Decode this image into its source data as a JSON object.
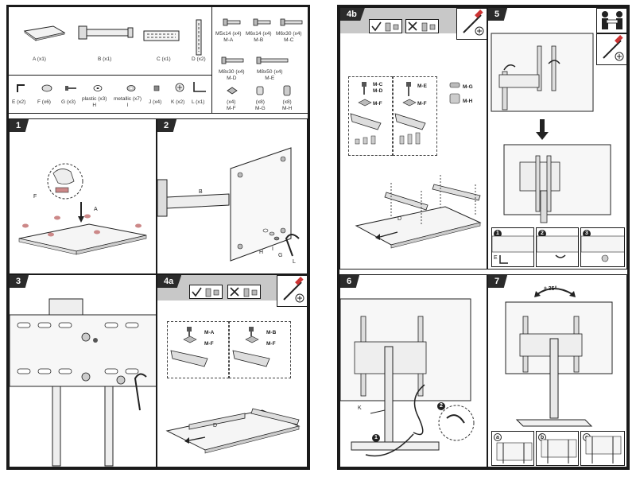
{
  "parts_top": [
    {
      "id": "A",
      "label": "A (x1)"
    },
    {
      "id": "B",
      "label": "B (x1)"
    },
    {
      "id": "C",
      "label": "C (x1)"
    },
    {
      "id": "D",
      "label": "D (x2)"
    }
  ],
  "parts_small": [
    {
      "id": "E",
      "label": "E (x2)"
    },
    {
      "id": "F",
      "label": "F (x6)"
    },
    {
      "id": "G",
      "label": "G (x3)"
    },
    {
      "id": "H",
      "label": "plastic (x3)\nH"
    },
    {
      "id": "I",
      "label": "metallic (x7)\nI"
    },
    {
      "id": "J",
      "label": "J (x4)"
    },
    {
      "id": "K",
      "label": "K (x2)"
    },
    {
      "id": "L",
      "label": "L (x1)"
    }
  ],
  "screws": [
    {
      "size": "M5x14 (x4)",
      "code": "M-A"
    },
    {
      "size": "M6x14 (x4)",
      "code": "M-B"
    },
    {
      "size": "M6x30 (x4)",
      "code": "M-C"
    },
    {
      "size": "M8x30 (x4)",
      "code": "M-D"
    },
    {
      "size": "M8x50 (x4)",
      "code": "M-E"
    }
  ],
  "spacers": [
    {
      "qty": "(x4)",
      "code": "M-F"
    },
    {
      "qty": "(x8)",
      "code": "M-G"
    },
    {
      "qty": "(x8)",
      "code": "M-H"
    }
  ],
  "steps": {
    "s1": {
      "num": "1",
      "labels": {
        "F": "F",
        "A": "A"
      }
    },
    "s2": {
      "num": "2",
      "labels": {
        "B": "B",
        "H": "H",
        "I": "I",
        "G": "G",
        "L": "L"
      }
    },
    "s3": {
      "num": "3"
    },
    "s4a": {
      "num": "4a",
      "codes": [
        "M-A",
        "M-F",
        "M-B",
        "M-F"
      ],
      "label_d": "D"
    },
    "s4b": {
      "num": "4b",
      "codes": [
        "M-C",
        "M-D",
        "M-F",
        "M-E",
        "M-F",
        "M-G",
        "M-H"
      ],
      "label_d": "D"
    },
    "s5": {
      "num": "5",
      "subs": [
        "1",
        "2",
        "3"
      ],
      "label_e": "E"
    },
    "s6": {
      "num": "6",
      "subs": [
        "1",
        "2"
      ],
      "label_k": "K"
    },
    "s7": {
      "num": "7",
      "rotation": "± 35°",
      "subs": [
        "a",
        "b",
        "c"
      ]
    }
  }
}
